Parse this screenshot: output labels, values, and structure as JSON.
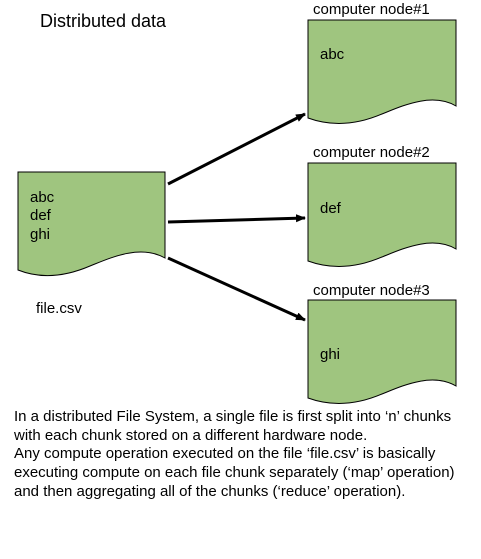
{
  "title": "Distributed data",
  "source_file": {
    "lines": [
      "abc",
      "def",
      "ghi"
    ],
    "label": "file.csv"
  },
  "nodes": [
    {
      "title": "computer node#1",
      "content": "abc"
    },
    {
      "title": "computer node#2",
      "content": "def"
    },
    {
      "title": "computer node#3",
      "content": "ghi"
    }
  ],
  "caption": {
    "paragraph1": "In a distributed File System, a single file is first split into ‘n’ chunks with each chunk stored on a different hardware node.",
    "paragraph2": "Any compute operation executed on the file ‘file.csv’ is basically executing compute on each file chunk separately (‘map’ operation) and then aggregating all of the chunks (‘reduce’ operation)."
  },
  "colors": {
    "document_fill": "#9fc57f",
    "document_stroke": "#000000",
    "arrow": "#000000"
  }
}
